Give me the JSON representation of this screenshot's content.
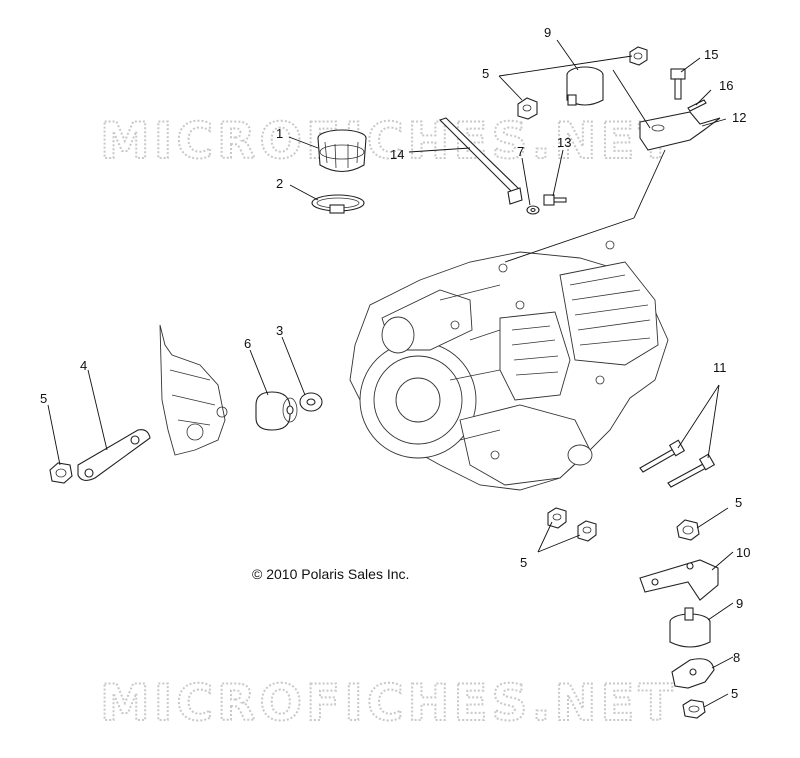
{
  "watermarks": [
    "MICROFICHES.NET",
    "MICROFICHES.NET"
  ],
  "copyright": "© 2010 Polaris Sales Inc.",
  "callouts": [
    {
      "label": "1"
    },
    {
      "label": "2"
    },
    {
      "label": "3"
    },
    {
      "label": "4"
    },
    {
      "label": "5"
    },
    {
      "label": "5"
    },
    {
      "label": "5"
    },
    {
      "label": "5"
    },
    {
      "label": "5"
    },
    {
      "label": "6"
    },
    {
      "label": "7"
    },
    {
      "label": "8"
    },
    {
      "label": "9"
    },
    {
      "label": "9"
    },
    {
      "label": "10"
    },
    {
      "label": "11"
    },
    {
      "label": "12"
    },
    {
      "label": "13"
    },
    {
      "label": "14"
    },
    {
      "label": "15"
    },
    {
      "label": "16"
    }
  ]
}
